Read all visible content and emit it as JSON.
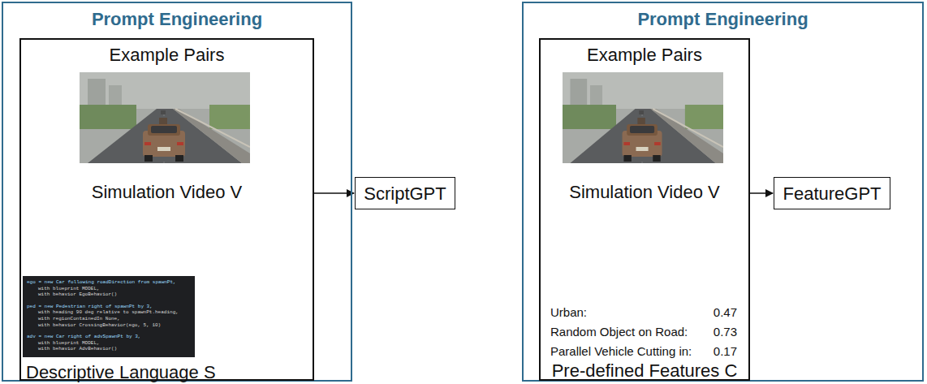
{
  "diagram": {
    "nodes": [
      {
        "text": [
          "Prompt Engineering"
        ]
      },
      {
        "text": [
          "Example Pairs",
          "Simulation Video V",
          "Descriptive Language S"
        ],
        "in": 0
      },
      {
        "text": [
          "ScriptGPT"
        ]
      },
      {
        "text": [
          "Prompt Engineering"
        ]
      },
      {
        "text": [
          "Example Pairs",
          "Simulation Video V",
          "Urban:",
          "0.47",
          "Random Object on Road:",
          "0.73",
          "Parallel Vehicle Cutting in:",
          "0.17",
          "Pre-defined Features C"
        ],
        "in": 3
      },
      {
        "text": [
          "FeatureGPT"
        ]
      }
    ],
    "edges": [
      {
        "from": 1,
        "to": 2,
        "arrow": "to"
      },
      {
        "from": 4,
        "to": 5,
        "arrow": "to"
      }
    ],
    "labels": [
      "ego = new Car following roadDirection from spawnPt,",
      "with blueprint MODEL,",
      "with behavior EgoBehavior()",
      "ped = new Pedestrian right of spawnPt by 3,",
      "with heading 90 deg relative to spawnPt.heading,",
      "with regionContainedIn None,",
      "with behavior CrossingBehavior(ego, 5, 10)",
      "adv = new Car right of advSpawnPt by 3,",
      "with blueprint MODEL,",
      "with behavior AdvBehavior()"
    ]
  }
}
